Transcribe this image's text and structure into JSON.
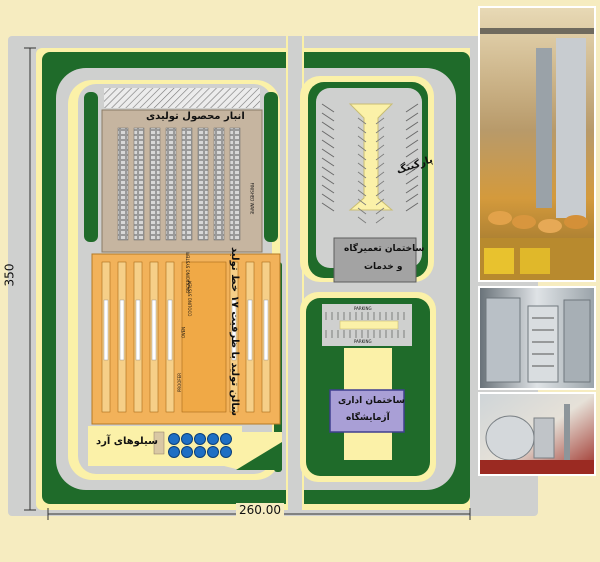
{
  "site_plan": {
    "dimension_height": "350",
    "dimension_width": "260.00",
    "warehouse_label": "انبار محصول تولیدی",
    "warehouse_english_label": "FINISHED WARE",
    "production_hall_label": "سالن تولید با ظرفیت ۱۷ خط تولید",
    "production_stations": [
      "PROOFER",
      "OVEN",
      "COOLING SYSTEM",
      "PACKAGING SYSTEM"
    ],
    "flour_silos_label": "سیلوهای آرد",
    "silo_count": 10,
    "parking_label": "پارکینگ",
    "parking_small_label_top": "PARKING",
    "parking_small_label_bottom": "PARKING",
    "service_building_label_line1": "ساختمان تعمیرگاه",
    "service_building_label_line2": "و خدمات",
    "admin_building_label_line1": "ساختمان اداری",
    "admin_building_label_line2": "آزمایشگاه"
  },
  "photos": [
    {
      "name": "bread-conveyor-photo"
    },
    {
      "name": "rack-oven-photo"
    },
    {
      "name": "boiler-room-photo"
    }
  ],
  "colors": {
    "background": "#f6ecc0",
    "road": "#cfd0cf",
    "green": "#1f6b2a",
    "sidewalk": "#fbf1a8",
    "warehouse": "#c6b5a0",
    "production": "#f2b25a",
    "building": "#a3a3a3",
    "admin": "#a99fd6",
    "silo": "#1e6fc4"
  }
}
